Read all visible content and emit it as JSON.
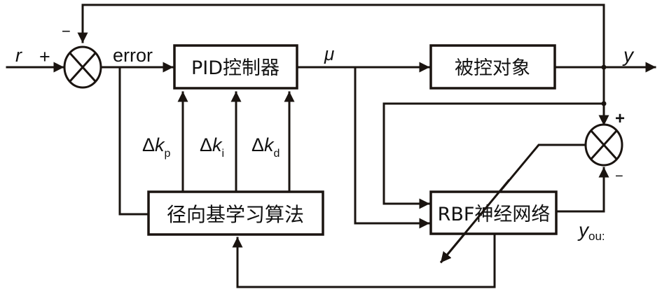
{
  "diagram": {
    "title": "RBF neural network tuned PID control structure",
    "blocks": {
      "pid": "PID控制器",
      "plant": "被控对象",
      "rbf": "RBF神经网络",
      "learning": "径向基学习算法"
    },
    "signals": {
      "reference": "r",
      "error": "error",
      "control": "μ",
      "output": "y",
      "rbf_output_main": "y",
      "rbf_output_sub": "ou:"
    },
    "gains": [
      {
        "delta": "Δ",
        "symbol": "k",
        "sub": "p"
      },
      {
        "delta": "Δ",
        "symbol": "k",
        "sub": "i"
      },
      {
        "delta": "Δ",
        "symbol": "k",
        "sub": "d"
      }
    ],
    "signs": {
      "sum1_input": "+",
      "sum1_feedback": "−",
      "sum2_plant": "+",
      "sum2_rbf": "−"
    },
    "colors": {
      "line": "#1a1410",
      "text": "#111111",
      "background": "#ffffff"
    }
  }
}
